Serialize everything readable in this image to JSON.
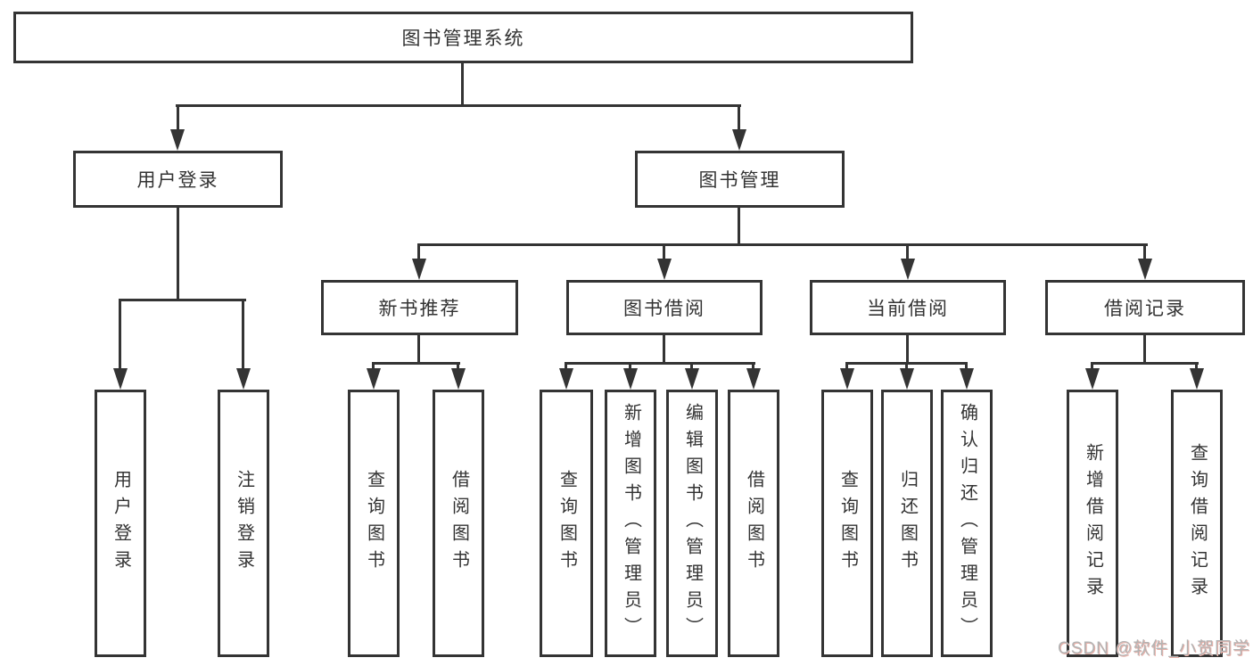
{
  "tree": {
    "label": "图书管理系统",
    "children": [
      {
        "label": "用户登录",
        "children": [
          {
            "label": "用户登录"
          },
          {
            "label": "注销登录"
          }
        ]
      },
      {
        "label": "图书管理",
        "children": [
          {
            "label": "新书推荐",
            "children": [
              {
                "label": "查询图书"
              },
              {
                "label": "借阅图书"
              }
            ]
          },
          {
            "label": "图书借阅",
            "children": [
              {
                "label": "查询图书"
              },
              {
                "label": "新增图书（管理员）"
              },
              {
                "label": "编辑图书（管理员）"
              },
              {
                "label": "借阅图书"
              }
            ]
          },
          {
            "label": "当前借阅",
            "children": [
              {
                "label": "查询图书"
              },
              {
                "label": "归还图书"
              },
              {
                "label": "确认归还（管理员）"
              }
            ]
          },
          {
            "label": "借阅记录",
            "children": [
              {
                "label": "新增借阅记录"
              },
              {
                "label": "查询借阅记录"
              }
            ]
          }
        ]
      }
    ]
  },
  "watermark": {
    "text": "CSDN @软件_小贺同学"
  },
  "colors": {
    "line": "#343434",
    "box_border": "#343434",
    "box_fill": "#ffffff",
    "text": "#333333",
    "watermark": "#b3b3b3",
    "background": "#ffffff"
  }
}
